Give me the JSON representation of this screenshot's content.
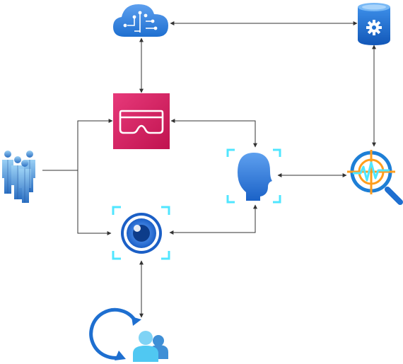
{
  "diagram": {
    "nodes": [
      {
        "id": "users-group",
        "icon": "users-group-icon",
        "label": ""
      },
      {
        "id": "cloud-ai",
        "icon": "cloud-circuit-icon",
        "label": ""
      },
      {
        "id": "vr-headset",
        "icon": "vr-headset-icon",
        "label": ""
      },
      {
        "id": "face-detect",
        "icon": "face-recognition-icon",
        "label": ""
      },
      {
        "id": "computer-vision",
        "icon": "eye-scan-icon",
        "label": ""
      },
      {
        "id": "database-config",
        "icon": "database-gear-icon",
        "label": ""
      },
      {
        "id": "monitor-search",
        "icon": "magnifier-waveform-icon",
        "label": ""
      },
      {
        "id": "user-sync",
        "icon": "users-sync-icon",
        "label": ""
      }
    ],
    "edges": [
      {
        "from": "cloud-ai",
        "to": "database-config",
        "direction": "both"
      },
      {
        "from": "cloud-ai",
        "to": "vr-headset",
        "direction": "both"
      },
      {
        "from": "database-config",
        "to": "monitor-search",
        "direction": "both"
      },
      {
        "from": "users-group",
        "to": "vr-headset",
        "direction": "forward"
      },
      {
        "from": "users-group",
        "to": "computer-vision",
        "direction": "forward"
      },
      {
        "from": "vr-headset",
        "to": "face-detect",
        "direction": "both"
      },
      {
        "from": "face-detect",
        "to": "monitor-search",
        "direction": "both"
      },
      {
        "from": "computer-vision",
        "to": "face-detect",
        "direction": "both"
      },
      {
        "from": "computer-vision",
        "to": "user-sync",
        "direction": "both"
      }
    ]
  },
  "colors": {
    "line": "#333333",
    "azure_blue": "#1e7fd6",
    "light_blue": "#50e6ff",
    "vr_pink": "#d6235f"
  }
}
